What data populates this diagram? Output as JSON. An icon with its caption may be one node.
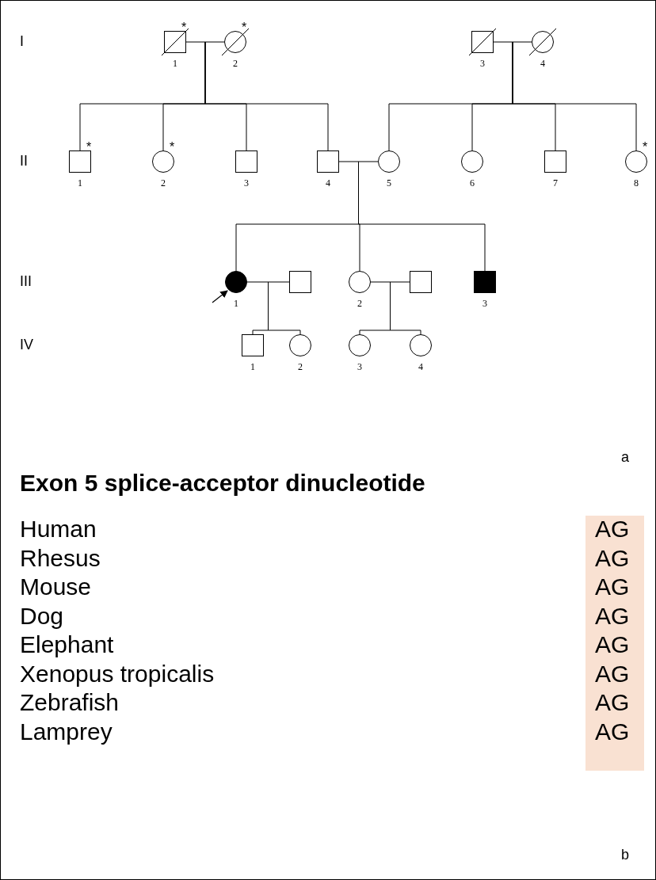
{
  "diagram": {
    "nodes": [
      {
        "text": [],
        "shape": "box",
        "beside": [
          "*",
          "1"
        ]
      },
      {
        "text": [],
        "shape": "circle",
        "beside": [
          "*",
          "2"
        ]
      },
      {
        "text": [],
        "shape": "box",
        "beside": [
          "3"
        ]
      },
      {
        "text": [],
        "shape": "circle",
        "beside": [
          "4"
        ]
      },
      {
        "text": [],
        "shape": "box",
        "beside": [
          "*",
          "1"
        ]
      },
      {
        "text": [],
        "shape": "circle",
        "beside": [
          "*",
          "2"
        ]
      },
      {
        "text": [],
        "shape": "box",
        "beside": [
          "3"
        ]
      },
      {
        "text": [],
        "shape": "box",
        "beside": [
          "4"
        ]
      },
      {
        "text": [],
        "shape": "circle",
        "beside": [
          "5"
        ]
      },
      {
        "text": [],
        "shape": "circle",
        "beside": [
          "6"
        ]
      },
      {
        "text": [],
        "shape": "box",
        "beside": [
          "7"
        ]
      },
      {
        "text": [],
        "shape": "circle",
        "beside": [
          "*",
          "8"
        ]
      },
      {
        "text": [],
        "shape": "circle",
        "beside": [
          "1"
        ]
      },
      {
        "text": [],
        "shape": "box"
      },
      {
        "text": [],
        "shape": "circle",
        "beside": [
          "2"
        ]
      },
      {
        "text": [],
        "shape": "box"
      },
      {
        "text": [],
        "shape": "box",
        "beside": [
          "3"
        ]
      },
      {
        "text": [],
        "shape": "box",
        "beside": [
          "1"
        ]
      },
      {
        "text": [],
        "shape": "circle",
        "beside": [
          "2"
        ]
      },
      {
        "text": [],
        "shape": "circle",
        "beside": [
          "3"
        ]
      },
      {
        "text": [],
        "shape": "circle",
        "beside": [
          "4"
        ]
      }
    ],
    "edges": [
      {
        "from": 0,
        "to": 1,
        "arrow": "none"
      },
      {
        "from": 0,
        "to": 4,
        "arrow": "none"
      },
      {
        "from": 1,
        "to": 4,
        "arrow": "none"
      },
      {
        "from": 0,
        "to": 5,
        "arrow": "none"
      },
      {
        "from": 1,
        "to": 5,
        "arrow": "none"
      },
      {
        "from": 0,
        "to": 6,
        "arrow": "none"
      },
      {
        "from": 1,
        "to": 6,
        "arrow": "none"
      },
      {
        "from": 0,
        "to": 7,
        "arrow": "none"
      },
      {
        "from": 1,
        "to": 7,
        "arrow": "none"
      },
      {
        "from": 2,
        "to": 3,
        "arrow": "none"
      },
      {
        "from": 2,
        "to": 8,
        "arrow": "none"
      },
      {
        "from": 3,
        "to": 8,
        "arrow": "none"
      },
      {
        "from": 2,
        "to": 9,
        "arrow": "none"
      },
      {
        "from": 3,
        "to": 9,
        "arrow": "none"
      },
      {
        "from": 2,
        "to": 10,
        "arrow": "none"
      },
      {
        "from": 3,
        "to": 10,
        "arrow": "none"
      },
      {
        "from": 2,
        "to": 11,
        "arrow": "none"
      },
      {
        "from": 3,
        "to": 11,
        "arrow": "none"
      },
      {
        "from": 7,
        "to": 8,
        "arrow": "none"
      },
      {
        "from": 7,
        "to": 12,
        "arrow": "none"
      },
      {
        "from": 8,
        "to": 12,
        "arrow": "none"
      },
      {
        "from": 7,
        "to": 14,
        "arrow": "none"
      },
      {
        "from": 8,
        "to": 14,
        "arrow": "none"
      },
      {
        "from": 7,
        "to": 16,
        "arrow": "none"
      },
      {
        "from": 8,
        "to": 16,
        "arrow": "none"
      },
      {
        "from": 12,
        "to": 13,
        "arrow": "none"
      },
      {
        "from": 12,
        "to": 17,
        "arrow": "none"
      },
      {
        "from": 13,
        "to": 17,
        "arrow": "none"
      },
      {
        "from": 12,
        "to": 18,
        "arrow": "none"
      },
      {
        "from": 13,
        "to": 18,
        "arrow": "none"
      },
      {
        "from": 14,
        "to": 15,
        "arrow": "none"
      },
      {
        "from": 14,
        "to": 19,
        "arrow": "none"
      },
      {
        "from": 15,
        "to": 19,
        "arrow": "none"
      },
      {
        "from": 14,
        "to": 20,
        "arrow": "none"
      },
      {
        "from": 15,
        "to": 20,
        "arrow": "none"
      },
      {
        "from": null,
        "to": 12,
        "arrow": "to"
      }
    ],
    "labels": [
      "I",
      "II",
      "III",
      "IV",
      "a",
      "Exon 5 splice-acceptor dinucleotide",
      "Human",
      "AG",
      "Rhesus",
      "AG",
      "Mouse",
      "AG",
      "Dog",
      "AG",
      "Elephant",
      "AG",
      "Xenopus tropicalis",
      "AG",
      "Zebrafish",
      "AG",
      "Lamprey",
      "AG",
      "b"
    ]
  }
}
